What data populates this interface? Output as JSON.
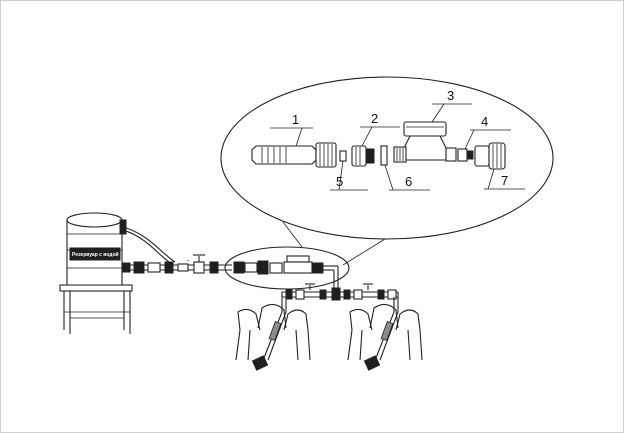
{
  "diagram": {
    "callouts": [
      {
        "id": "1",
        "label": "1"
      },
      {
        "id": "2",
        "label": "2"
      },
      {
        "id": "3",
        "label": "3"
      },
      {
        "id": "4",
        "label": "4"
      },
      {
        "id": "5",
        "label": "5"
      },
      {
        "id": "6",
        "label": "6"
      },
      {
        "id": "7",
        "label": "7"
      }
    ],
    "tank_label": "Резервуар с водой",
    "colors": {
      "line": "#222222",
      "fill_dark": "#1f1f1f",
      "fill_mid": "#8a8a8a",
      "background": "#ffffff"
    }
  }
}
